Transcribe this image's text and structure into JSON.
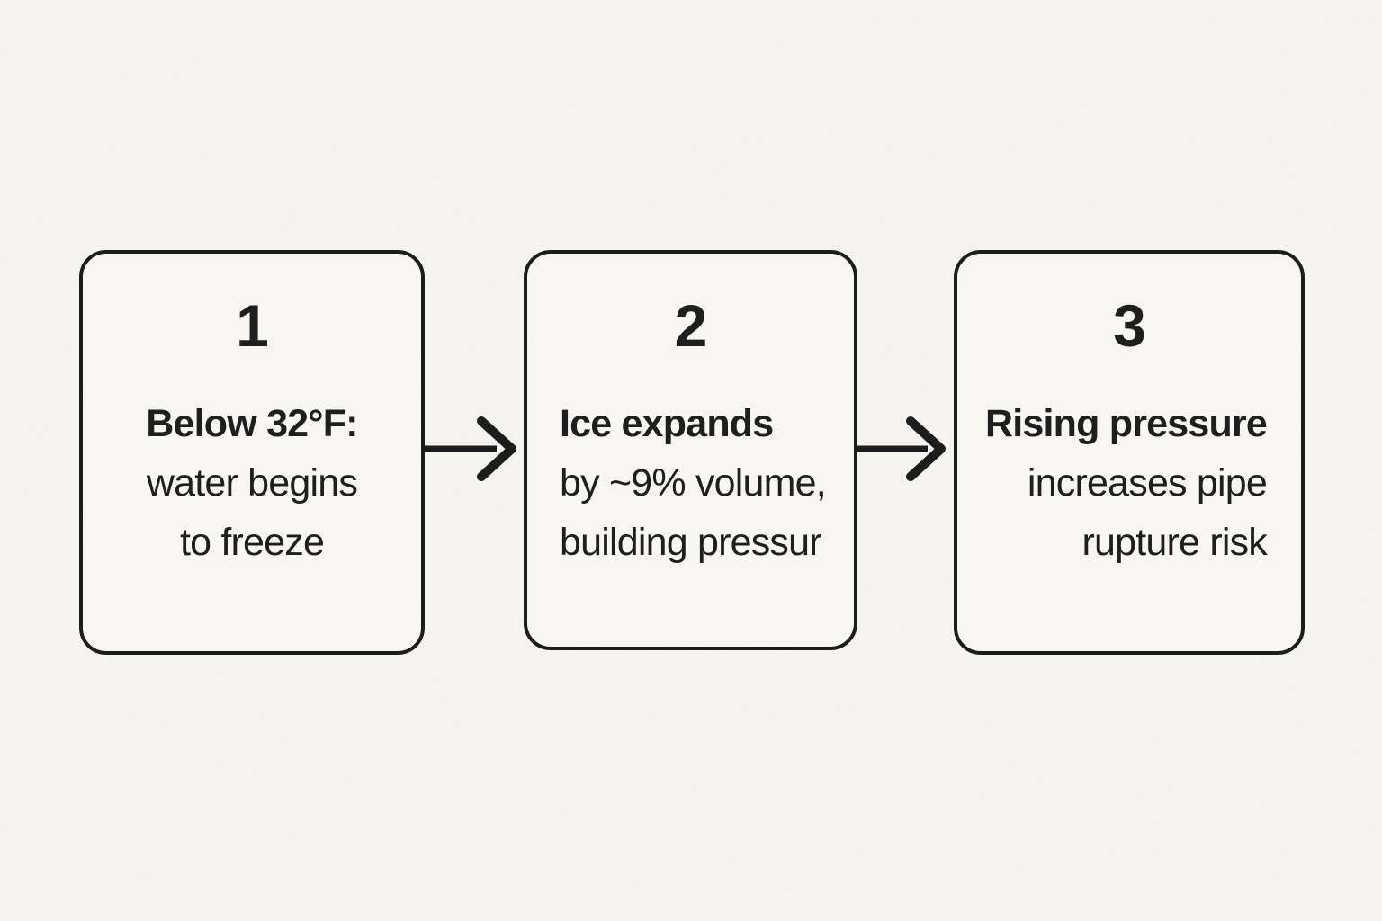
{
  "palette": {
    "page_bg": "#f6f4f0",
    "box_bg": "#f9f7f3",
    "line": "#1a1a1a",
    "text": "#1c1c1c"
  },
  "diagram": {
    "type": "horizontal-flow",
    "steps": [
      {
        "number": "1",
        "heading": "Below 32°F:",
        "line2": "water begins",
        "line3": "to freeze"
      },
      {
        "number": "2",
        "heading": "Ice expands",
        "line2": "by ~9% volume,",
        "line3": "building pressur"
      },
      {
        "number": "3",
        "heading": "Rising pressure",
        "line2": "increases pipe",
        "line3": "rupture risk"
      }
    ],
    "connectors": [
      {
        "name": "arrow-1",
        "direction": "right"
      },
      {
        "name": "arrow-2",
        "direction": "right"
      }
    ]
  }
}
